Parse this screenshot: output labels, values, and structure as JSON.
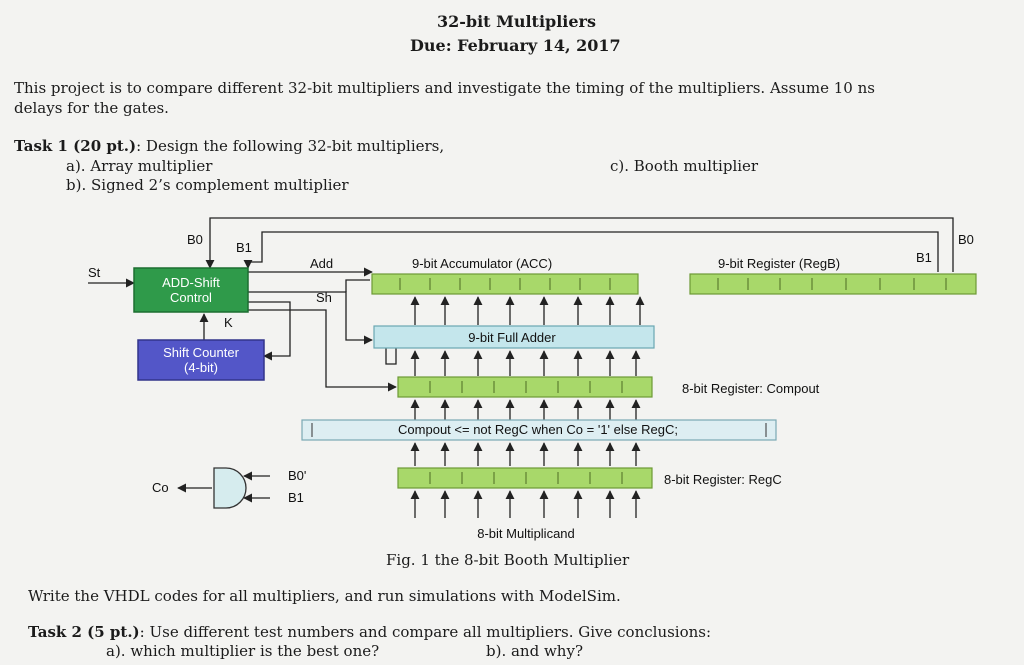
{
  "header": {
    "title": "32-bit Multipliers",
    "due": "Due: February 14, 2017"
  },
  "intro": {
    "line1": "This project is to compare different 32-bit multipliers and investigate the timing of the multipliers. Assume 10 ns",
    "line2": "delays for the gates."
  },
  "task1": {
    "label": "Task 1 (20 pt.)",
    "text": ": Design the following 32-bit multipliers,",
    "items": {
      "a": "a). Array multiplier",
      "b": "b). Signed 2’s complement multiplier",
      "c": "c). Booth multiplier"
    }
  },
  "diagram": {
    "st": "St",
    "b0_left": "B0",
    "b1_left": "B1",
    "add": "Add",
    "sh": "Sh",
    "k": "K",
    "b0_right": "B0",
    "b1_right": "B1",
    "control_line1": "ADD-Shift",
    "control_line2": "Control",
    "counter_line1": "Shift Counter",
    "counter_line2": "(4-bit)",
    "acc": "9-bit Accumulator (ACC)",
    "regb": "9-bit Register (RegB)",
    "adder": "9-bit Full Adder",
    "compout_label": "8-bit Register: Compout",
    "compout_eq": "Compout <= not RegC when Co = '1' else RegC;",
    "regc_label": "8-bit Register: RegC",
    "multiplicand": "8-bit Multiplicand",
    "co": "Co",
    "b0_prime": "B0'",
    "b1_gate": "B1",
    "caption": "Fig. 1 the 8-bit Booth Multiplier"
  },
  "vhdl_line": "Write the VHDL codes for all multipliers, and run simulations with ModelSim.",
  "task2": {
    "label": "Task 2 (5 pt.)",
    "text": ": Use different test numbers and compare all multipliers. Give conclusions:",
    "a": "a). which multiplier is the best one?",
    "b": "b). and why?"
  }
}
